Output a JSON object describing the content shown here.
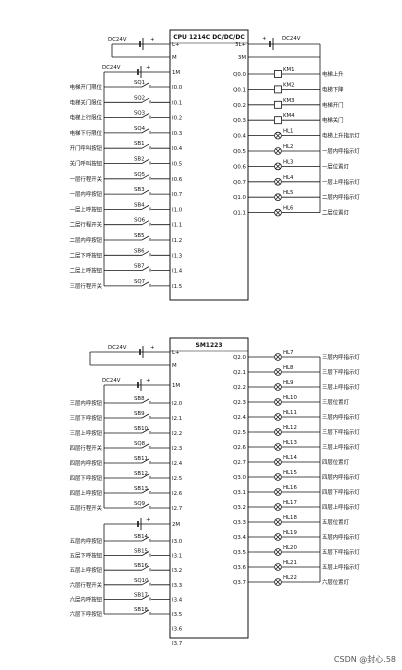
{
  "cpu": {
    "title": "CPU 1214C DC/DC/DC",
    "top_power": {
      "voltage": "DC24V",
      "plus": "+",
      "terminals": [
        "L+",
        "M"
      ]
    },
    "right_power": {
      "voltage": "DC24V",
      "plus": "+",
      "terminals": [
        "3L+",
        "3M"
      ]
    },
    "input_power": {
      "voltage": "DC24V",
      "plus": "+",
      "terminal": "1M"
    },
    "inputs": [
      {
        "addr": "I0.0",
        "dev": "SQ1",
        "label": "电梯开门限位"
      },
      {
        "addr": "I0.1",
        "dev": "SQ2",
        "label": "电梯关门限位"
      },
      {
        "addr": "I0.2",
        "dev": "SQ3",
        "label": "电梯上行限位"
      },
      {
        "addr": "I0.3",
        "dev": "SQ4",
        "label": "电梯下行限位"
      },
      {
        "addr": "I0.4",
        "dev": "SB1",
        "label": "开门呼叫按钮"
      },
      {
        "addr": "I0.5",
        "dev": "SB2",
        "label": "关门呼叫按钮"
      },
      {
        "addr": "I0.6",
        "dev": "SQ5",
        "label": "一层行程开关"
      },
      {
        "addr": "I0.7",
        "dev": "SB3",
        "label": "一层内呼按钮"
      },
      {
        "addr": "I1.0",
        "dev": "SB4",
        "label": "一层上呼按钮"
      },
      {
        "addr": "I1.1",
        "dev": "SQ6",
        "label": "二层行程开关"
      },
      {
        "addr": "I1.2",
        "dev": "SB5",
        "label": "二层内呼按钮"
      },
      {
        "addr": "I1.3",
        "dev": "SB6",
        "label": "二层下呼按钮"
      },
      {
        "addr": "I1.4",
        "dev": "SB7",
        "label": "二层上呼按钮"
      },
      {
        "addr": "I1.5",
        "dev": "SQ7",
        "label": "三层行程开关"
      }
    ],
    "outputs": [
      {
        "addr": "Q0.0",
        "dev": "KM1",
        "label": "电梯上升",
        "kind": "relay"
      },
      {
        "addr": "Q0.1",
        "dev": "KM2",
        "label": "电梯下降",
        "kind": "relay"
      },
      {
        "addr": "Q0.2",
        "dev": "KM3",
        "label": "电梯开门",
        "kind": "relay"
      },
      {
        "addr": "Q0.3",
        "dev": "KM4",
        "label": "电梯关门",
        "kind": "relay"
      },
      {
        "addr": "Q0.4",
        "dev": "HL1",
        "label": "电梯上升指示灯",
        "kind": "lamp"
      },
      {
        "addr": "Q0.5",
        "dev": "HL2",
        "label": "一层内呼指示灯",
        "kind": "lamp"
      },
      {
        "addr": "Q0.6",
        "dev": "HL3",
        "label": "一层位置灯",
        "kind": "lamp"
      },
      {
        "addr": "Q0.7",
        "dev": "HL4",
        "label": "一层上呼指示灯",
        "kind": "lamp"
      },
      {
        "addr": "Q1.0",
        "dev": "HL5",
        "label": "二层内呼指示灯",
        "kind": "lamp"
      },
      {
        "addr": "Q1.1",
        "dev": "HL6",
        "label": "二层位置灯",
        "kind": "lamp"
      }
    ]
  },
  "sm": {
    "title": "SM1223",
    "top_power": {
      "voltage": "DC24V",
      "plus": "+",
      "terminals": [
        "L+",
        "M"
      ]
    },
    "input_power_1": {
      "voltage": "DC24V",
      "plus": "+",
      "terminal": "1M"
    },
    "input_power_2": {
      "plus": "+",
      "terminal": "2M"
    },
    "inputs_1": [
      {
        "addr": "I2.0",
        "dev": "SB8",
        "label": "三层内呼按钮"
      },
      {
        "addr": "I2.1",
        "dev": "SB9",
        "label": "三层下呼按钮"
      },
      {
        "addr": "I2.2",
        "dev": "SB10",
        "label": "三层上呼按钮"
      },
      {
        "addr": "I2.3",
        "dev": "SQ8",
        "label": "四层行程开关"
      },
      {
        "addr": "I2.4",
        "dev": "SB11",
        "label": "四层内呼按钮"
      },
      {
        "addr": "I2.5",
        "dev": "SB12",
        "label": "四层下呼按钮"
      },
      {
        "addr": "I2.6",
        "dev": "SB13",
        "label": "四层上呼按钮"
      },
      {
        "addr": "I2.7",
        "dev": "SQ9",
        "label": "五层行程开关"
      }
    ],
    "inputs_2": [
      {
        "addr": "I3.0",
        "dev": "SB14",
        "label": "五层内呼按钮"
      },
      {
        "addr": "I3.1",
        "dev": "SB15",
        "label": "五层下呼按钮"
      },
      {
        "addr": "I3.2",
        "dev": "SB16",
        "label": "五层上呼按钮"
      },
      {
        "addr": "I3.3",
        "dev": "SQ10",
        "label": "六层行程开关"
      },
      {
        "addr": "I3.4",
        "dev": "SB17",
        "label": "六层内呼按钮"
      },
      {
        "addr": "I3.5",
        "dev": "SB18",
        "label": "六层下呼按钮"
      },
      {
        "addr": "I3.6",
        "dev": "",
        "label": ""
      },
      {
        "addr": "I3.7",
        "dev": "",
        "label": ""
      }
    ],
    "outputs": [
      {
        "addr": "Q2.0",
        "dev": "HL7",
        "label": "三层内呼指示灯"
      },
      {
        "addr": "Q2.1",
        "dev": "HL8",
        "label": "三层下呼指示灯"
      },
      {
        "addr": "Q2.2",
        "dev": "HL9",
        "label": "三层上呼指示灯"
      },
      {
        "addr": "Q2.3",
        "dev": "HL10",
        "label": "三层位置灯"
      },
      {
        "addr": "Q2.4",
        "dev": "HL11",
        "label": "三层内呼指示灯"
      },
      {
        "addr": "Q2.5",
        "dev": "HL12",
        "label": "三层下呼指示灯"
      },
      {
        "addr": "Q2.6",
        "dev": "HL13",
        "label": "三层上呼指示灯"
      },
      {
        "addr": "Q2.7",
        "dev": "HL14",
        "label": "四层位置灯"
      },
      {
        "addr": "Q3.0",
        "dev": "HL15",
        "label": "四层内呼指示灯"
      },
      {
        "addr": "Q3.1",
        "dev": "HL16",
        "label": "四层下呼指示灯"
      },
      {
        "addr": "Q3.2",
        "dev": "HL17",
        "label": "四层上呼指示灯"
      },
      {
        "addr": "Q3.3",
        "dev": "HL18",
        "label": "五层位置灯"
      },
      {
        "addr": "Q3.4",
        "dev": "HL19",
        "label": "五层内呼指示灯"
      },
      {
        "addr": "Q3.5",
        "dev": "HL20",
        "label": "五层下呼指示灯"
      },
      {
        "addr": "Q3.6",
        "dev": "HL21",
        "label": "五层上呼指示灯"
      },
      {
        "addr": "Q3.7",
        "dev": "HL22",
        "label": "六层位置灯"
      }
    ]
  },
  "watermark": "CSDN @封心.58",
  "colors": {
    "line": "#111111",
    "background": "#ffffff"
  }
}
